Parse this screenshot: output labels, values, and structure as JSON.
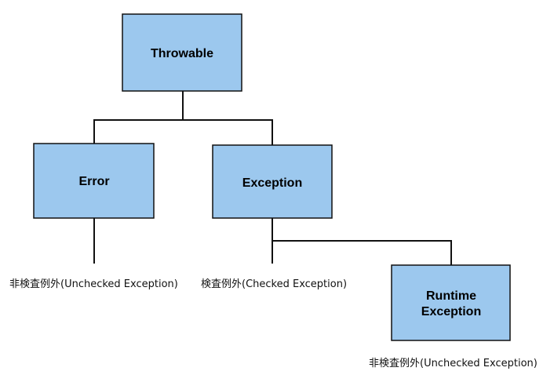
{
  "nodes": {
    "throwable": {
      "label": "Throwable"
    },
    "error": {
      "label": "Error"
    },
    "exception": {
      "label": "Exception"
    },
    "runtime_exception": {
      "label_line1": "Runtime",
      "label_line2": "Exception"
    }
  },
  "captions": {
    "error": "非検査例外(Unchecked Exception)",
    "exception": "検査例外(Checked Exception)",
    "runtime_exception": "非検査例外(Unchecked Exception)"
  },
  "colors": {
    "node_fill": "#9cc8ee",
    "stroke": "#111111"
  }
}
